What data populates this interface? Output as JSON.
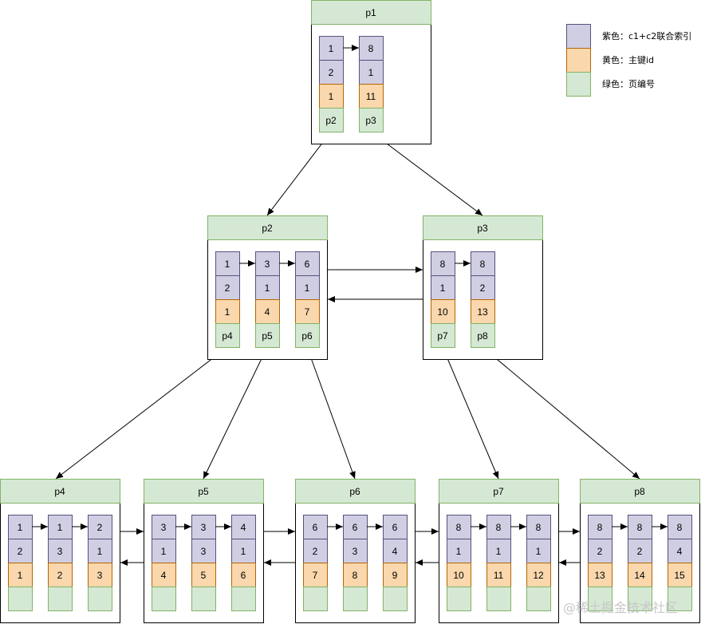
{
  "colors": {
    "index": "#d0cee2",
    "index_border": "#56517e",
    "pk": "#fad7ac",
    "pk_border": "#b46504",
    "page": "#d5e8d4",
    "page_border": "#82b366",
    "page_frame": "#000000"
  },
  "legend": [
    {
      "label": "紫色：c1+c2联合索引",
      "color": "#d0cee2"
    },
    {
      "label": "黄色：主键id",
      "color": "#fad7ac"
    },
    {
      "label": "绿色：页编号",
      "color": "#d5e8d4"
    }
  ],
  "pages": [
    {
      "name": "p1",
      "records": [
        {
          "c1": "1",
          "c2": "2",
          "id": "1",
          "child": "p2"
        },
        {
          "c1": "8",
          "c2": "1",
          "id": "11",
          "child": "p3"
        }
      ]
    },
    {
      "name": "p2",
      "records": [
        {
          "c1": "1",
          "c2": "2",
          "id": "1",
          "child": "p4"
        },
        {
          "c1": "3",
          "c2": "1",
          "id": "4",
          "child": "p5"
        },
        {
          "c1": "6",
          "c2": "1",
          "id": "7",
          "child": "p6"
        }
      ]
    },
    {
      "name": "p3",
      "records": [
        {
          "c1": "8",
          "c2": "1",
          "id": "10",
          "child": "p7"
        },
        {
          "c1": "8",
          "c2": "2",
          "id": "13",
          "child": "p8"
        }
      ]
    },
    {
      "name": "p4",
      "records": [
        {
          "c1": "1",
          "c2": "2",
          "id": "1",
          "child": ""
        },
        {
          "c1": "1",
          "c2": "3",
          "id": "2",
          "child": ""
        },
        {
          "c1": "2",
          "c2": "1",
          "id": "3",
          "child": ""
        }
      ]
    },
    {
      "name": "p5",
      "records": [
        {
          "c1": "3",
          "c2": "1",
          "id": "4",
          "child": ""
        },
        {
          "c1": "3",
          "c2": "3",
          "id": "5",
          "child": ""
        },
        {
          "c1": "4",
          "c2": "1",
          "id": "6",
          "child": ""
        }
      ]
    },
    {
      "name": "p6",
      "records": [
        {
          "c1": "6",
          "c2": "2",
          "id": "7",
          "child": ""
        },
        {
          "c1": "6",
          "c2": "3",
          "id": "8",
          "child": ""
        },
        {
          "c1": "6",
          "c2": "4",
          "id": "9",
          "child": ""
        }
      ]
    },
    {
      "name": "p7",
      "records": [
        {
          "c1": "8",
          "c2": "1",
          "id": "10",
          "child": ""
        },
        {
          "c1": "8",
          "c2": "1",
          "id": "11",
          "child": ""
        },
        {
          "c1": "8",
          "c2": "1",
          "id": "12",
          "child": ""
        }
      ]
    },
    {
      "name": "p8",
      "records": [
        {
          "c1": "8",
          "c2": "2",
          "id": "13",
          "child": ""
        },
        {
          "c1": "8",
          "c2": "2",
          "id": "14",
          "child": ""
        },
        {
          "c1": "8",
          "c2": "4",
          "id": "15",
          "child": ""
        }
      ]
    }
  ],
  "watermark": "@稀土掘金技术社区"
}
